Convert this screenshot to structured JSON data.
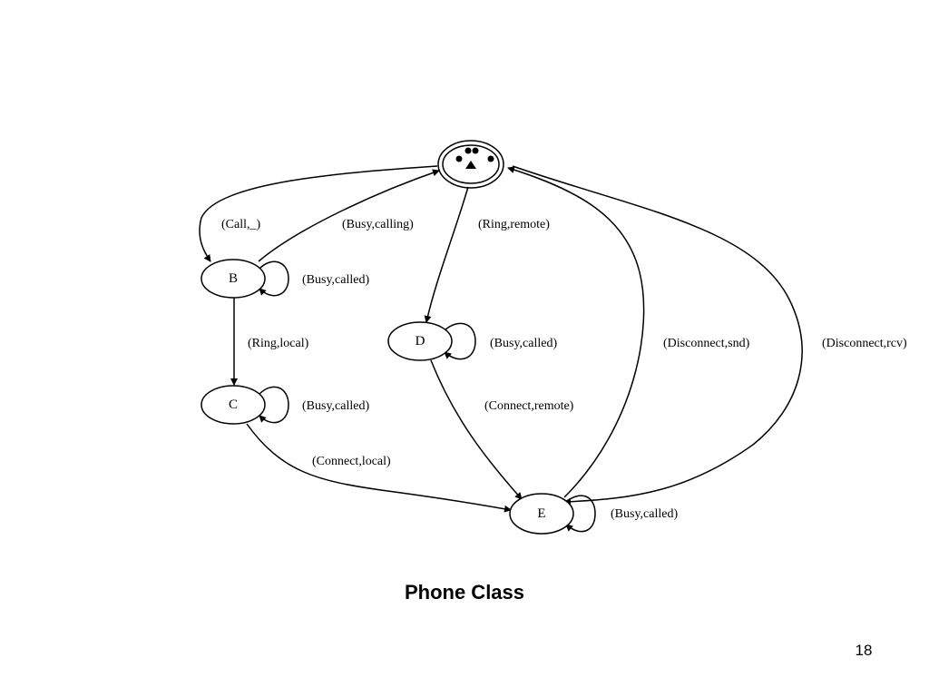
{
  "diagram": {
    "nodes": {
      "B": "B",
      "C": "C",
      "D": "D",
      "E": "E"
    },
    "edges": {
      "call": "(Call,_)",
      "busy_calling": "(Busy,calling)",
      "ring_remote": "(Ring,remote)",
      "b_busy_called": "(Busy,called)",
      "ring_local": "(Ring,local)",
      "d_busy_called": "(Busy,called)",
      "disconnect_snd": "(Disconnect,snd)",
      "disconnect_rcv": "(Disconnect,rcv)",
      "c_busy_called": "(Busy,called)",
      "connect_remote": "(Connect,remote)",
      "connect_local": "(Connect,local)",
      "e_busy_called": "(Busy,called)"
    }
  },
  "caption": "Phone Class",
  "page_number": "18"
}
